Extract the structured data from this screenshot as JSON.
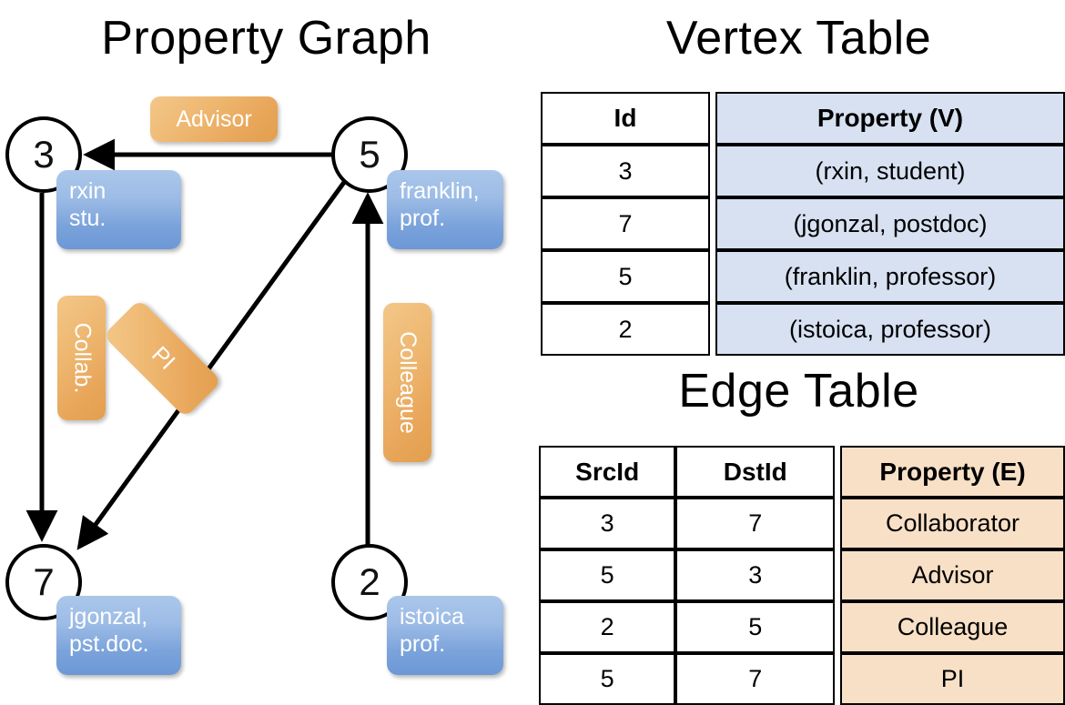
{
  "titles": {
    "property_graph": "Property Graph",
    "vertex_table": "Vertex Table",
    "edge_table": "Edge Table"
  },
  "graph": {
    "nodes": [
      {
        "id": "3",
        "property_line1": "rxin",
        "property_line2": "stu."
      },
      {
        "id": "5",
        "property_line1": "franklin,",
        "property_line2": "prof."
      },
      {
        "id": "7",
        "property_line1": "jgonzal,",
        "property_line2": "pst.doc."
      },
      {
        "id": "2",
        "property_line1": "istoica",
        "property_line2": "prof."
      }
    ],
    "edge_labels": [
      {
        "name": "advisor-label",
        "text": "Advisor"
      },
      {
        "name": "collab-label",
        "text": "Collab."
      },
      {
        "name": "pi-label",
        "text": "PI"
      },
      {
        "name": "colleague-label",
        "text": "Colleague"
      }
    ],
    "edges": [
      {
        "from": "5",
        "to": "3",
        "label": "Advisor"
      },
      {
        "from": "3",
        "to": "7",
        "label": "Collab."
      },
      {
        "from": "5",
        "to": "7",
        "label": "PI"
      },
      {
        "from": "2",
        "to": "5",
        "label": "Colleague"
      }
    ]
  },
  "vertex_table": {
    "headers": [
      "Id",
      "Property (V)"
    ],
    "rows": [
      {
        "id": "3",
        "property": "(rxin, student)"
      },
      {
        "id": "7",
        "property": "(jgonzal, postdoc)"
      },
      {
        "id": "5",
        "property": "(franklin, professor)"
      },
      {
        "id": "2",
        "property": "(istoica, professor)"
      }
    ]
  },
  "edge_table": {
    "headers": [
      "SrcId",
      "DstId",
      "Property (E)"
    ],
    "rows": [
      {
        "src": "3",
        "dst": "7",
        "property": "Collaborator"
      },
      {
        "src": "5",
        "dst": "3",
        "property": "Advisor"
      },
      {
        "src": "2",
        "dst": "5",
        "property": "Colleague"
      },
      {
        "src": "5",
        "dst": "7",
        "property": "PI"
      }
    ]
  },
  "colors": {
    "vertex_box_blue": "#7ba3db",
    "edge_box_orange": "#eeb770",
    "vertex_table_fill": "#d7e1f2",
    "edge_table_fill": "#f8e0c6",
    "stroke": "#000000"
  }
}
